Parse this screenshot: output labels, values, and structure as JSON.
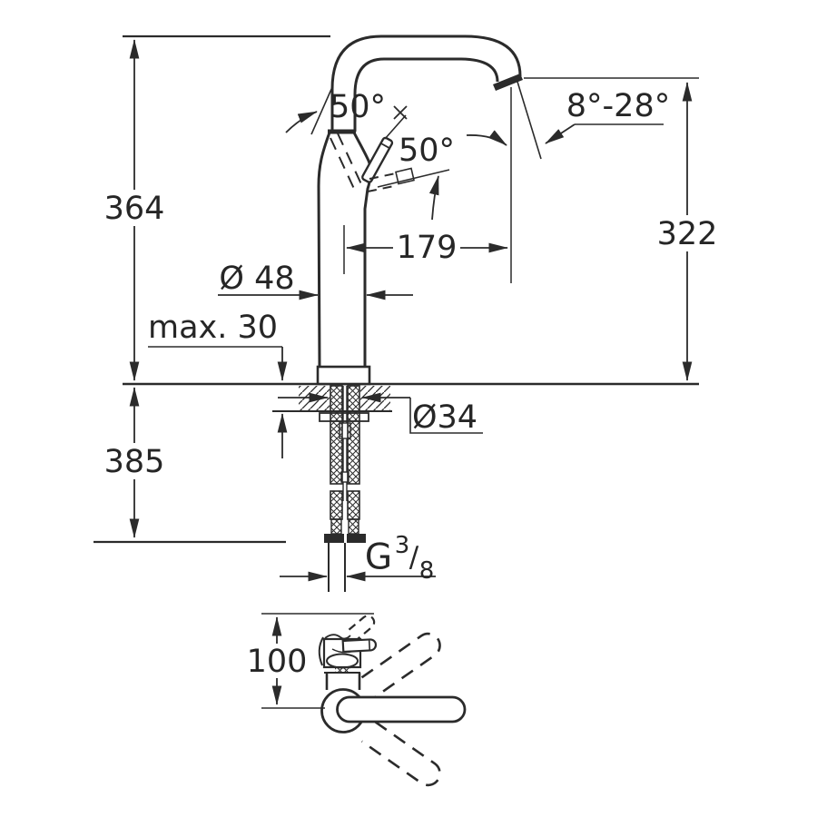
{
  "drawing": {
    "type": "technical-dimension-drawing",
    "subject": "single-lever high spout faucet, side elevation with mounting shank and top view of handle swing",
    "line_color": "#2b2b2b",
    "background": "#ffffff"
  },
  "labels": {
    "handle_angle_front": "50°",
    "handle_angle_side": "50°",
    "spout_angle_range": "8°-28°",
    "height_total": "364",
    "height_spout_outlet": "322",
    "spout_reach": "179",
    "body_diameter": "Ø 48",
    "max_deck_thickness": "max. 30",
    "hole_diameter": "Ø34",
    "below_deck_length": "385",
    "thread_g": "G",
    "thread_sup": "3",
    "thread_slash": "/",
    "thread_sub": "8",
    "handle_clearance": "100"
  }
}
